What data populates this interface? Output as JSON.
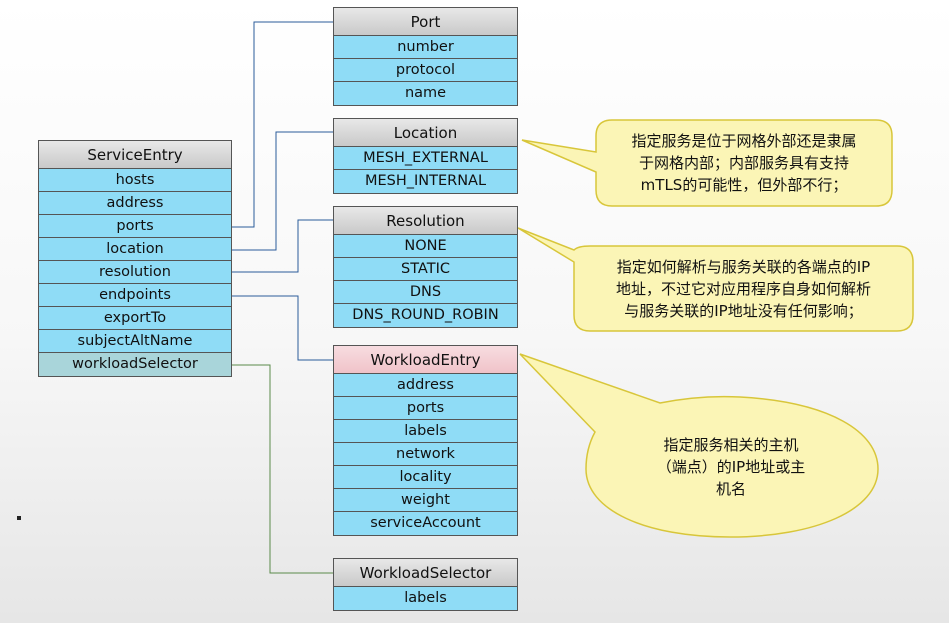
{
  "service_entry": {
    "title": "ServiceEntry",
    "fields": [
      "hosts",
      "address",
      "ports",
      "location",
      "resolution",
      "endpoints",
      "exportTo",
      "subjectAltName",
      "workloadSelector"
    ]
  },
  "port": {
    "title": "Port",
    "fields": [
      "number",
      "protocol",
      "name"
    ]
  },
  "location": {
    "title": "Location",
    "fields": [
      "MESH_EXTERNAL",
      "MESH_INTERNAL"
    ]
  },
  "resolution": {
    "title": "Resolution",
    "fields": [
      "NONE",
      "STATIC",
      "DNS",
      "DNS_ROUND_ROBIN"
    ]
  },
  "workload_entry": {
    "title": "WorkloadEntry",
    "fields": [
      "address",
      "ports",
      "labels",
      "network",
      "locality",
      "weight",
      "serviceAccount"
    ]
  },
  "workload_selector": {
    "title": "WorkloadSelector",
    "fields": [
      "labels"
    ]
  },
  "callouts": {
    "location": [
      "指定服务是位于网格外部还是隶属",
      "于网格内部；内部服务具有支持",
      "mTLS的可能性，但外部不行；"
    ],
    "resolution": [
      "指定如何解析与服务关联的各端点的IP",
      "地址，不过它对应用程序自身如何解析",
      "与服务关联的IP地址没有任何影响；"
    ],
    "workload_entry": [
      "指定服务相关的主机",
      "（端点）的IP地址或主",
      "机名"
    ]
  },
  "colors": {
    "row_fill": "#8fdcf6",
    "callout_fill": "#fbf5b6",
    "callout_border": "#d8c63a",
    "connector_blue": "#2b5c9a",
    "connector_green": "#5a8a4a"
  }
}
